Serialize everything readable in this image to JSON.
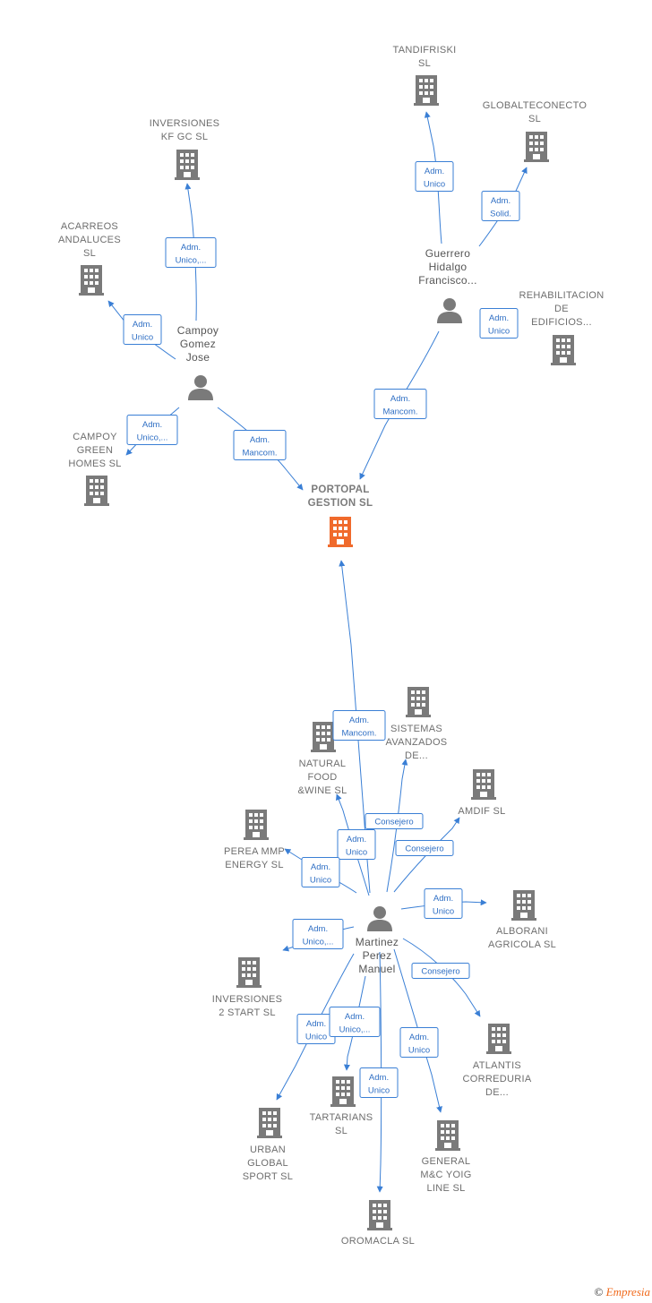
{
  "colors": {
    "company": "#7a7a7a",
    "main_company": "#f06a2c",
    "edge": "#3a7fd5",
    "person": "#7a7a7a"
  },
  "nodes": [
    {
      "id": "portopal",
      "type": "company",
      "main": true,
      "lines": [
        "PORTOPAL",
        "GESTION  SL"
      ]
    },
    {
      "id": "tandifriski",
      "type": "company",
      "lines": [
        "TANDIFRISKI",
        "SL"
      ]
    },
    {
      "id": "globalteconecto",
      "type": "company",
      "lines": [
        "GLOBALTECONECTO",
        "SL"
      ]
    },
    {
      "id": "guerrero",
      "type": "person",
      "lines": [
        "Guerrero",
        "Hidalgo",
        "Francisco..."
      ]
    },
    {
      "id": "rehabilitacion",
      "type": "company",
      "lines": [
        "REHABILITACION",
        "DE",
        "EDIFICIOS..."
      ]
    },
    {
      "id": "inversiones_kf",
      "type": "company",
      "lines": [
        "INVERSIONES",
        "KF GC  SL"
      ]
    },
    {
      "id": "acarreos",
      "type": "company",
      "lines": [
        "ACARREOS",
        "ANDALUCES",
        "SL"
      ]
    },
    {
      "id": "campoy",
      "type": "person",
      "lines": [
        "Campoy",
        "Gomez",
        "Jose"
      ]
    },
    {
      "id": "campoy_green",
      "type": "company",
      "lines": [
        "CAMPOY",
        "GREEN",
        "HOMES  SL"
      ]
    },
    {
      "id": "sistemas",
      "type": "company",
      "lines": [
        "SISTEMAS",
        "AVANZADOS",
        "DE..."
      ]
    },
    {
      "id": "natural_food",
      "type": "company",
      "lines": [
        "NATURAL",
        "FOOD",
        "&WINE  SL"
      ]
    },
    {
      "id": "amdif",
      "type": "company",
      "lines": [
        "AMDIF SL"
      ]
    },
    {
      "id": "perea",
      "type": "company",
      "lines": [
        "PEREA MMP",
        "ENERGY  SL"
      ]
    },
    {
      "id": "alborani",
      "type": "company",
      "lines": [
        "ALBORANI",
        "AGRICOLA  SL"
      ]
    },
    {
      "id": "martinez",
      "type": "person",
      "lines": [
        "Martinez",
        "Perez",
        "Manuel"
      ]
    },
    {
      "id": "inversiones2",
      "type": "company",
      "lines": [
        "INVERSIONES",
        "2 START  SL"
      ]
    },
    {
      "id": "atlantis",
      "type": "company",
      "lines": [
        "ATLANTIS",
        "CORREDURIA",
        "DE..."
      ]
    },
    {
      "id": "tartarians",
      "type": "company",
      "lines": [
        "TARTARIANS",
        "SL"
      ]
    },
    {
      "id": "urban",
      "type": "company",
      "lines": [
        "URBAN",
        "GLOBAL",
        "SPORT  SL"
      ]
    },
    {
      "id": "general",
      "type": "company",
      "lines": [
        "GENERAL",
        "M&C YOIG",
        "LINE SL"
      ]
    },
    {
      "id": "oromacla",
      "type": "company",
      "lines": [
        "OROMACLA SL"
      ]
    }
  ],
  "edges": [
    {
      "id": "e1",
      "from": "guerrero",
      "to": "tandifriski",
      "lines": [
        "Adm.",
        "Unico"
      ]
    },
    {
      "id": "e2",
      "from": "guerrero",
      "to": "globalteconecto",
      "lines": [
        "Adm.",
        "Solid."
      ]
    },
    {
      "id": "e3",
      "from": "guerrero",
      "to": "rehabilitacion",
      "lines": [
        "Adm.",
        "Unico"
      ]
    },
    {
      "id": "e4",
      "from": "guerrero",
      "to": "portopal",
      "lines": [
        "Adm.",
        "Mancom."
      ]
    },
    {
      "id": "e5",
      "from": "campoy",
      "to": "inversiones_kf",
      "lines": [
        "Adm.",
        "Unico,..."
      ]
    },
    {
      "id": "e6",
      "from": "campoy",
      "to": "acarreos",
      "lines": [
        "Adm.",
        "Unico"
      ]
    },
    {
      "id": "e7",
      "from": "campoy",
      "to": "campoy_green",
      "lines": [
        "Adm.",
        "Unico,..."
      ]
    },
    {
      "id": "e8",
      "from": "campoy",
      "to": "portopal",
      "lines": [
        "Adm.",
        "Mancom."
      ]
    },
    {
      "id": "e9",
      "from": "martinez",
      "to": "portopal",
      "lines": [
        "Adm.",
        "Mancom."
      ]
    },
    {
      "id": "e10",
      "from": "martinez",
      "to": "sistemas",
      "lines": [
        "Consejero"
      ]
    },
    {
      "id": "e11",
      "from": "martinez",
      "to": "natural_food",
      "lines": [
        "Adm.",
        "Unico"
      ]
    },
    {
      "id": "e12",
      "from": "martinez",
      "to": "amdif",
      "lines": [
        "Consejero"
      ]
    },
    {
      "id": "e13",
      "from": "martinez",
      "to": "perea",
      "lines": [
        "Adm.",
        "Unico"
      ]
    },
    {
      "id": "e14",
      "from": "martinez",
      "to": "alborani",
      "lines": [
        "Adm.",
        "Unico"
      ]
    },
    {
      "id": "e15",
      "from": "martinez",
      "to": "inversiones2",
      "lines": [
        "Adm.",
        "Unico,..."
      ]
    },
    {
      "id": "e16",
      "from": "martinez",
      "to": "atlantis",
      "lines": [
        "Consejero"
      ]
    },
    {
      "id": "e17",
      "from": "martinez",
      "to": "urban",
      "lines": [
        "Adm.",
        "Unico"
      ]
    },
    {
      "id": "e18",
      "from": "martinez",
      "to": "tartarians",
      "lines": [
        "Adm.",
        "Unico,..."
      ]
    },
    {
      "id": "e19",
      "from": "martinez",
      "to": "general",
      "lines": [
        "Adm.",
        "Unico"
      ]
    },
    {
      "id": "e20",
      "from": "martinez",
      "to": "oromacla",
      "lines": [
        "Adm.",
        "Unico"
      ]
    }
  ],
  "footer": {
    "copyright": "©",
    "brand": "Empresia"
  }
}
